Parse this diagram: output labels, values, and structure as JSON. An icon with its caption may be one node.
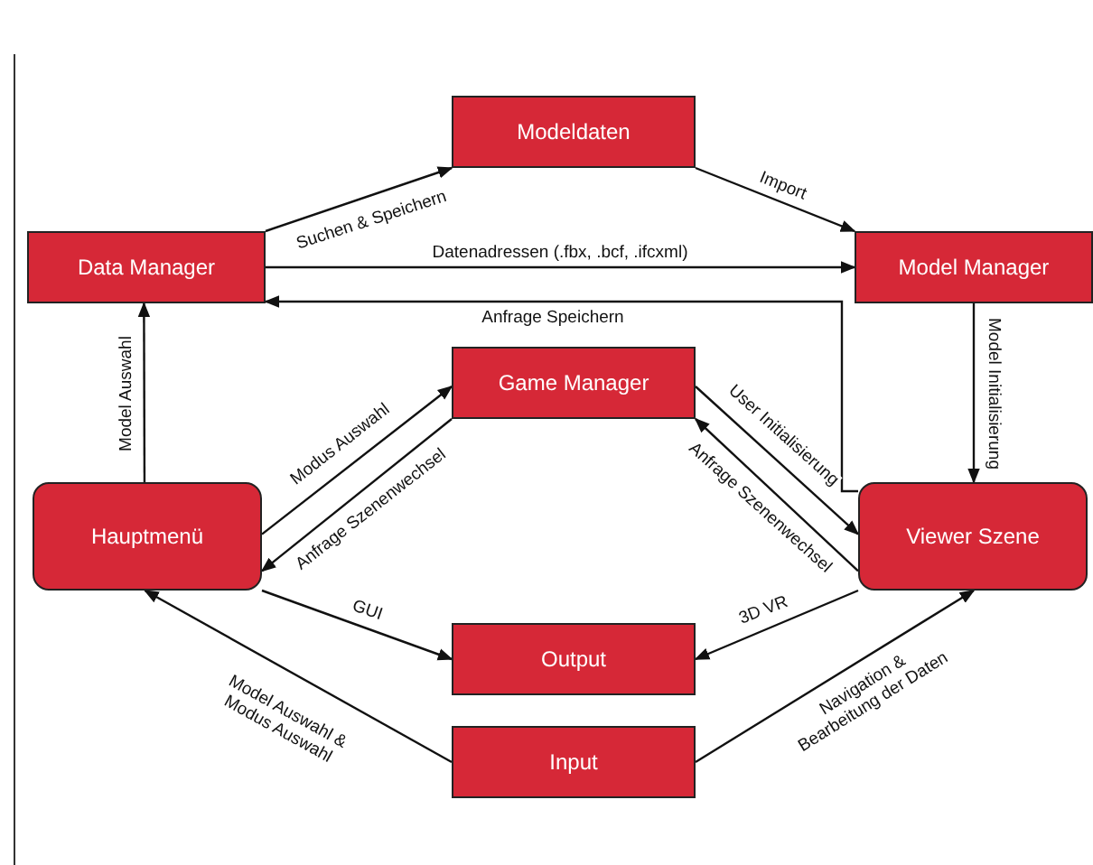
{
  "diagram": {
    "nodes": [
      {
        "text": [
          "Modeldaten"
        ]
      },
      {
        "text": [
          "Data Manager"
        ]
      },
      {
        "text": [
          "Model Manager"
        ]
      },
      {
        "text": [
          "Game Manager"
        ]
      },
      {
        "text": [
          "Hauptmenü"
        ]
      },
      {
        "text": [
          "Viewer Szene"
        ]
      },
      {
        "text": [
          "Output"
        ]
      },
      {
        "text": [
          "Input"
        ]
      }
    ],
    "edges": [
      {
        "from": 1,
        "to": 0,
        "arrow": "to",
        "label": "Suchen & Speichern"
      },
      {
        "from": 0,
        "to": 2,
        "arrow": "to",
        "label": "Import"
      },
      {
        "from": 1,
        "to": 2,
        "arrow": "to",
        "label": "Datenadressen (.fbx, .bcf, .ifcxml)"
      },
      {
        "from": 5,
        "to": 1,
        "arrow": "to",
        "label": "Anfrage Speichern"
      },
      {
        "from": 2,
        "to": 5,
        "arrow": "to",
        "label": "Model Initialisierung"
      },
      {
        "from": 4,
        "to": 1,
        "arrow": "to",
        "label": "Model Auswahl"
      },
      {
        "from": 4,
        "to": 3,
        "arrow": "to",
        "label": "Modus Auswahl"
      },
      {
        "from": 3,
        "to": 4,
        "arrow": "to",
        "label": "Anfrage Szenenwechsel"
      },
      {
        "from": 3,
        "to": 5,
        "arrow": "to",
        "label": "User Initialisierung"
      },
      {
        "from": 5,
        "to": 3,
        "arrow": "to",
        "label": "Anfrage Szenenwechsel"
      },
      {
        "from": 4,
        "to": 6,
        "arrow": "to",
        "label": "GUI"
      },
      {
        "from": 5,
        "to": 6,
        "arrow": "to",
        "label": "3D VR"
      },
      {
        "from": 7,
        "to": 4,
        "arrow": "to",
        "label": "Model Auswahl & Modus Auswahl"
      },
      {
        "from": 7,
        "to": 5,
        "arrow": "to",
        "label": "Navigation & Bearbeitung der Daten"
      }
    ]
  }
}
